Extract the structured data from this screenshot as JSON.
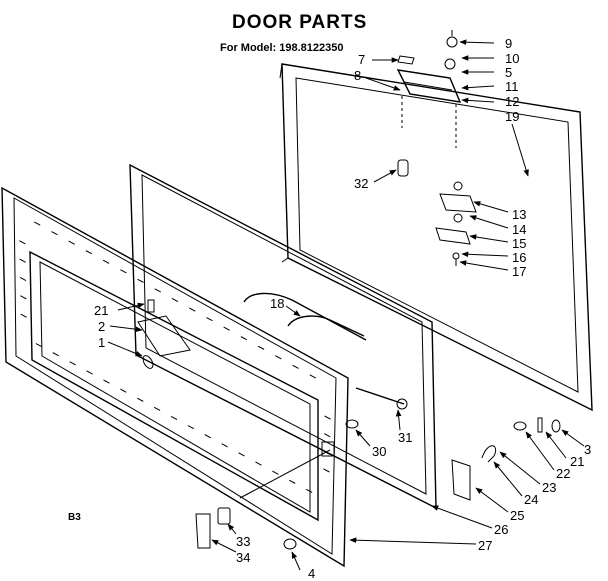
{
  "title": "DOOR PARTS",
  "model_line": "For Model: 198.8122350",
  "page_code": "B3",
  "parts": [
    {
      "key": "p9",
      "label": "9"
    },
    {
      "key": "p10",
      "label": "10"
    },
    {
      "key": "p5",
      "label": "5"
    },
    {
      "key": "p11",
      "label": "11"
    },
    {
      "key": "p12",
      "label": "12"
    },
    {
      "key": "p19",
      "label": "19"
    },
    {
      "key": "p7",
      "label": "7"
    },
    {
      "key": "p8",
      "label": "8"
    },
    {
      "key": "p32",
      "label": "32"
    },
    {
      "key": "p13",
      "label": "13"
    },
    {
      "key": "p14",
      "label": "14"
    },
    {
      "key": "p15",
      "label": "15"
    },
    {
      "key": "p16",
      "label": "16"
    },
    {
      "key": "p17",
      "label": "17"
    },
    {
      "key": "p18",
      "label": "18"
    },
    {
      "key": "p21a",
      "label": "21"
    },
    {
      "key": "p2",
      "label": "2"
    },
    {
      "key": "p1",
      "label": "1"
    },
    {
      "key": "p30",
      "label": "30"
    },
    {
      "key": "p31",
      "label": "31"
    },
    {
      "key": "p3",
      "label": "3"
    },
    {
      "key": "p21b",
      "label": "21"
    },
    {
      "key": "p22",
      "label": "22"
    },
    {
      "key": "p23",
      "label": "23"
    },
    {
      "key": "p24",
      "label": "24"
    },
    {
      "key": "p25",
      "label": "25"
    },
    {
      "key": "p26",
      "label": "26"
    },
    {
      "key": "p27",
      "label": "27"
    },
    {
      "key": "p33",
      "label": "33"
    },
    {
      "key": "p34",
      "label": "34"
    },
    {
      "key": "p4",
      "label": "4"
    }
  ]
}
